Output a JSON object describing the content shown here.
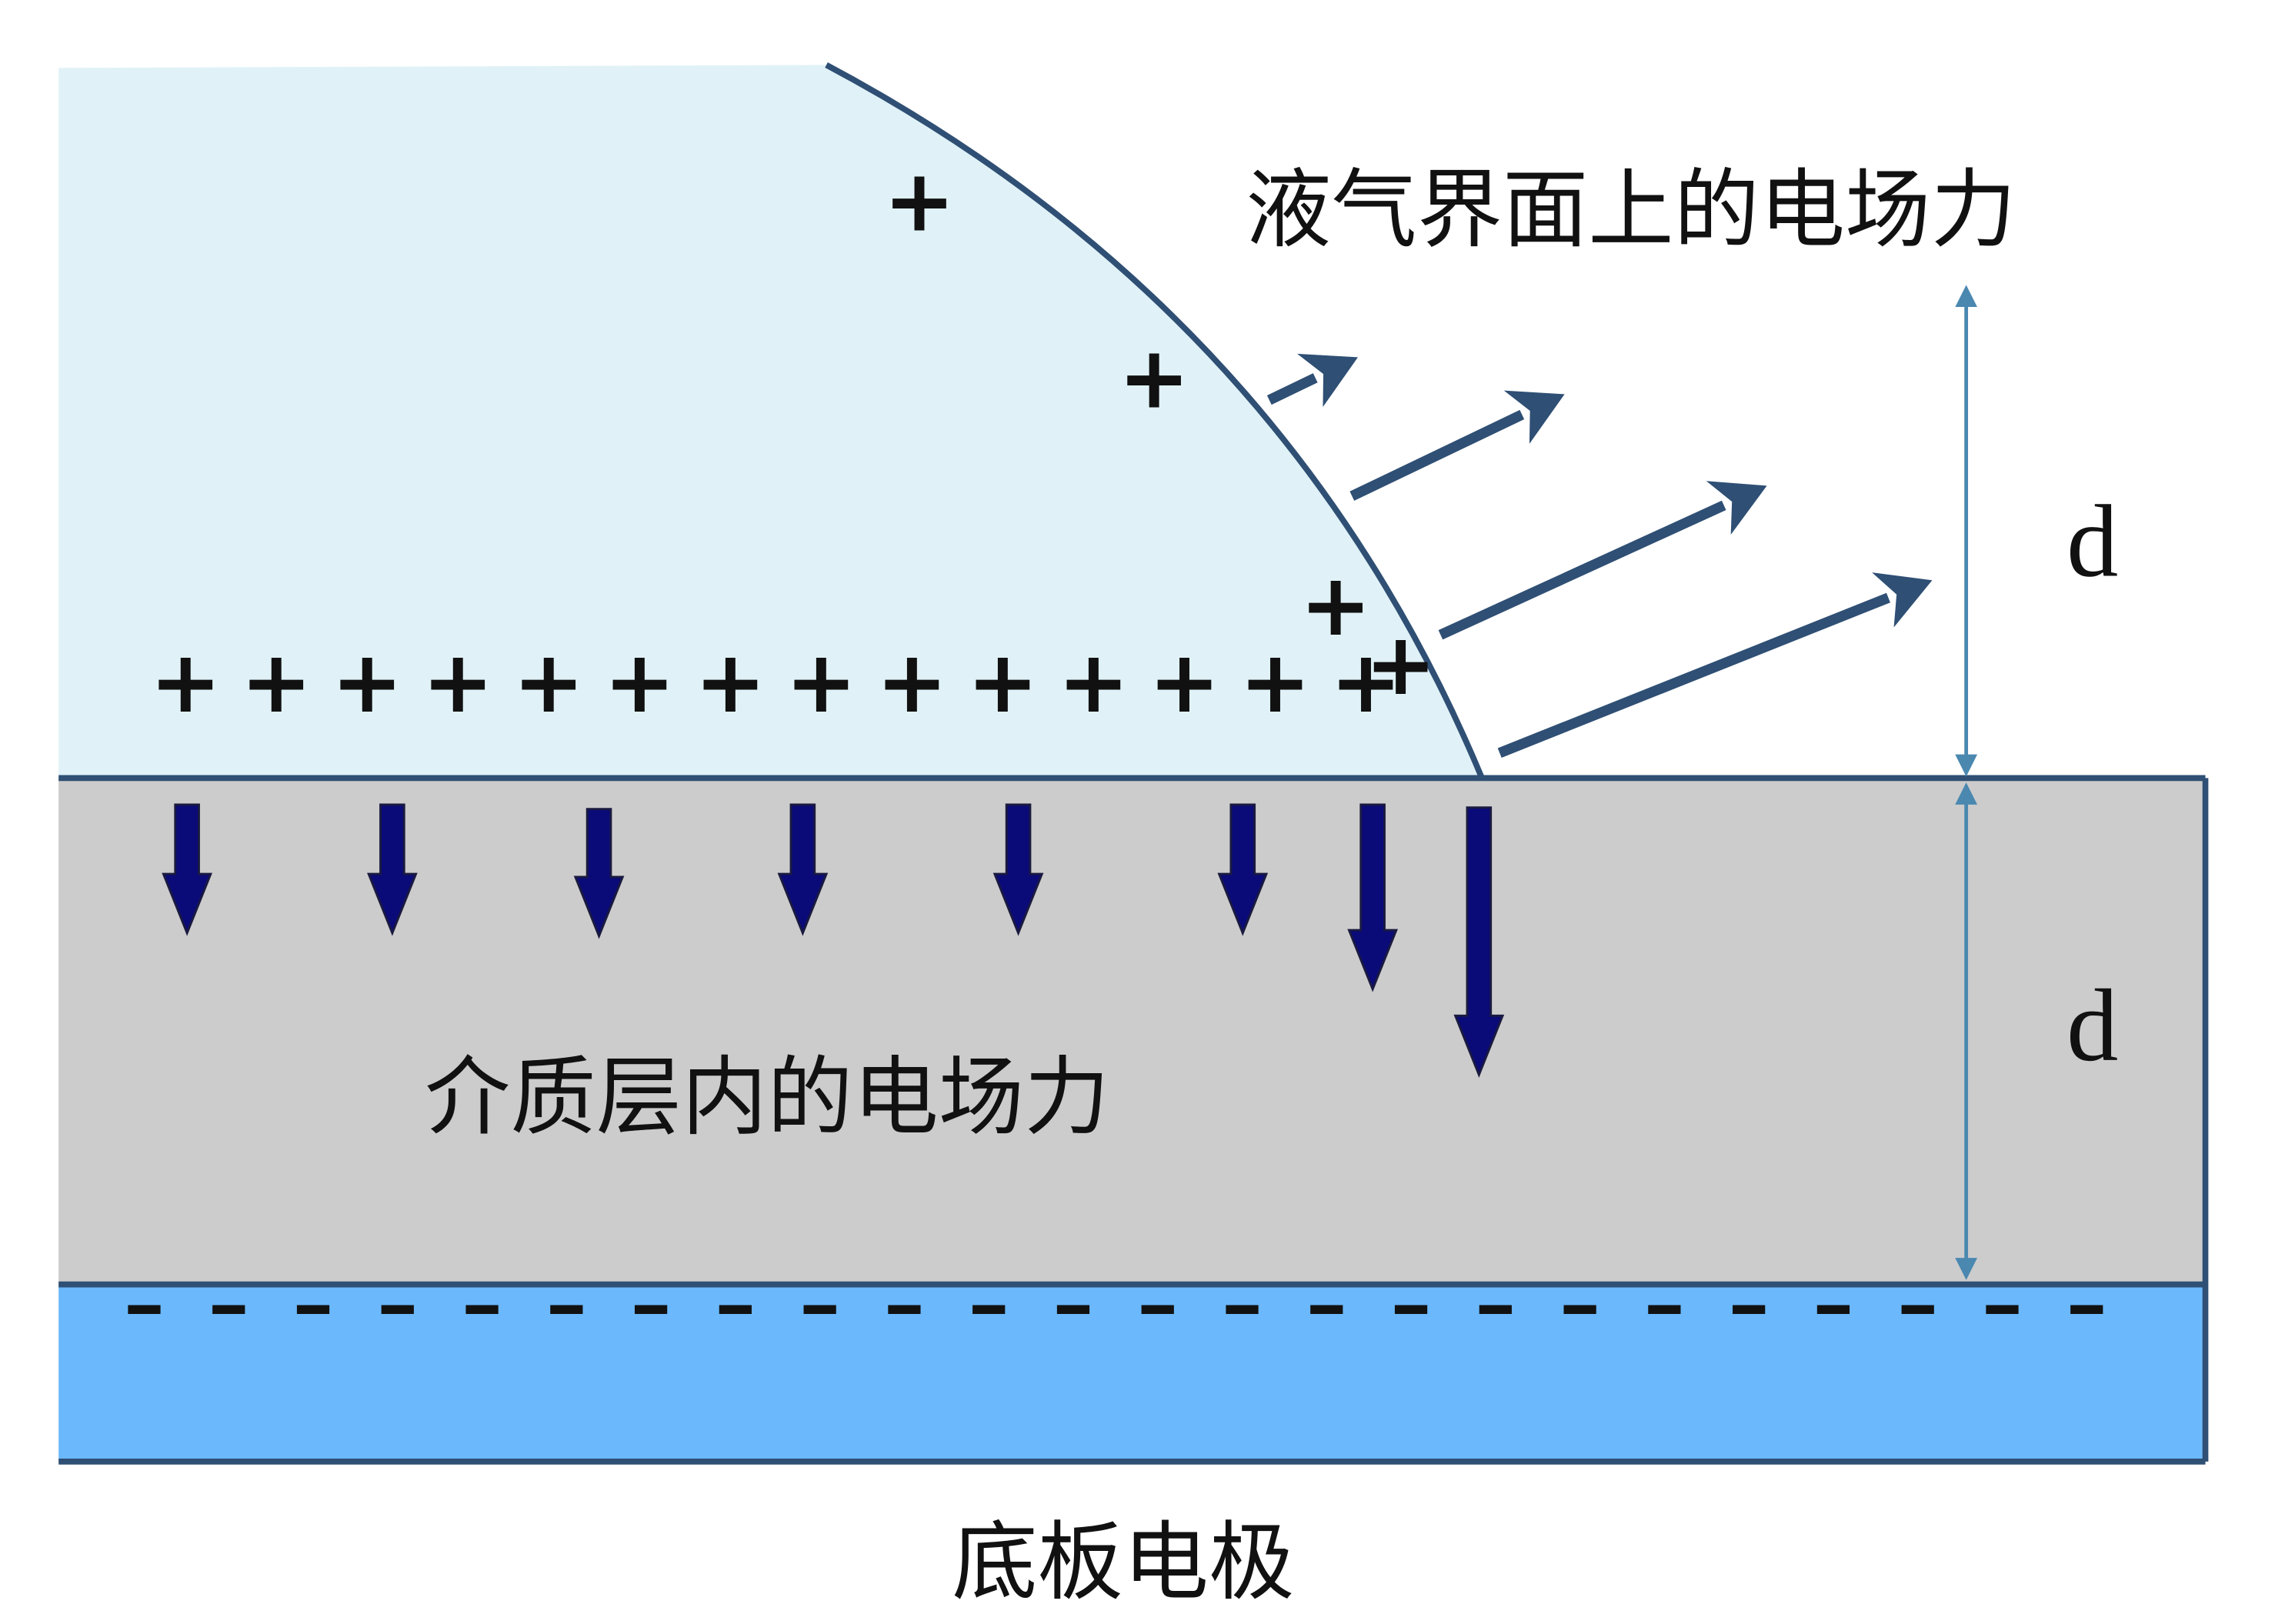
{
  "labels": {
    "interface_force": "液气界面上的电场力",
    "dielectric_force": "介质层内的电场力",
    "bottom_electrode": "底板电极",
    "thickness_upper": "d",
    "thickness_lower": "d"
  },
  "charges": {
    "positive_symbol": "+",
    "negative_symbol": "-",
    "interface_positive_count": 14,
    "meniscus_positive_count": 4,
    "electrode_negative_count": 24
  },
  "colors": {
    "droplet_fill": "#e0f2f7",
    "dielectric_fill": "#cccccc",
    "electrode_fill": "#6bb8fc",
    "outline": "#2f4f74",
    "force_arrow_interface": "#2f4f74",
    "force_arrow_dielectric": "#0a0a78",
    "dimension_arrow": "#4a88b0"
  }
}
